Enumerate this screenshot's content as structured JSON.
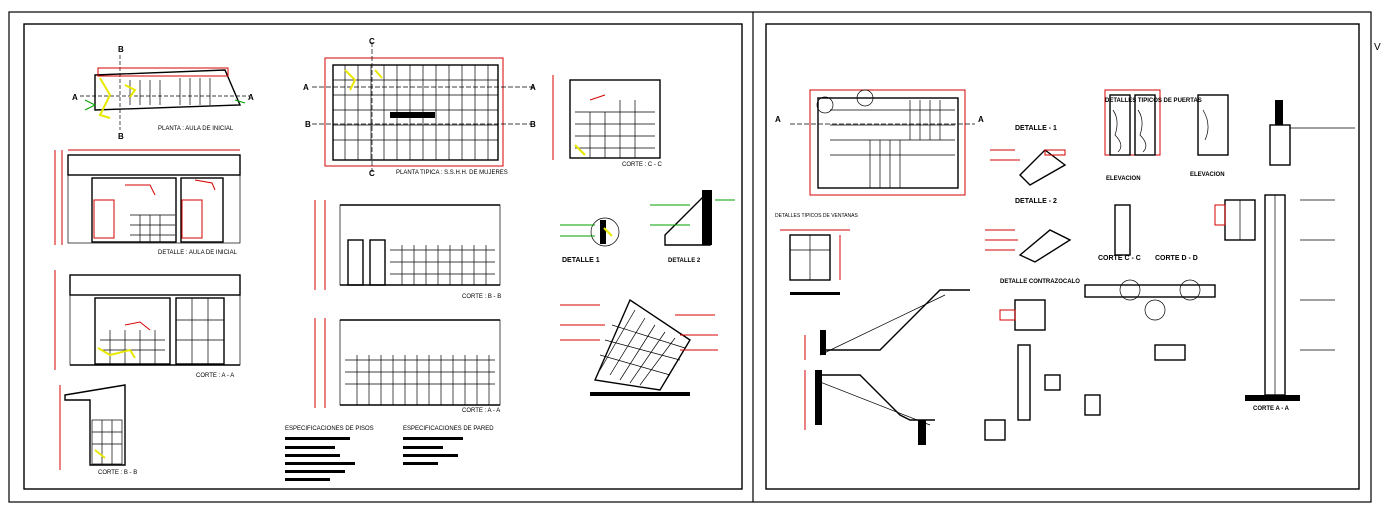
{
  "sheet_left": {
    "plan_title": "PLANTA : AULA DE INICIAL",
    "detail_title": "DETALLE : AULA DE INICIAL",
    "cut_aa_small": "CORTE : A - A",
    "cut_bb_small": "CORTE : B - B",
    "sshh_plan_title": "PLANTA TIPICA : S.S.H.H. DE MUJERES",
    "cut_cc": "CORTE : C - C",
    "cut_bb": "CORTE : B - B",
    "cut_aa": "CORTE : A - A",
    "detail_1": "DETALLE 1",
    "detail_2": "DETALLE 2",
    "floor_specs": "ESPECIFICACIONES DE PISOS",
    "wall_specs": "ESPECIFICACIONES DE PARED",
    "section_markers": [
      "A",
      "B",
      "C"
    ]
  },
  "sheet_right": {
    "door_details_title": "DETALLES TIPICOS DE PUERTAS",
    "detalle_1": "DETALLE - 1",
    "detalle_2": "DETALLE - 2",
    "detalle_contrazocalo": "DETALLE CONTRAZOCALO",
    "elevacion_1": "ELEVACION",
    "elevacion_2": "ELEVACION",
    "window_details": "DETALLES TIPICOS DE VENTANAS",
    "cut_c_d": "CORTE C - C",
    "cut_d_d": "CORTE D - D",
    "cut_aa_right": "CORTE A - A",
    "section_markers": [
      "A",
      "A"
    ]
  },
  "colors": {
    "annotation": "#d40000",
    "hatch": "#00a000",
    "highlight": "#e8e800",
    "line": "#000000"
  },
  "corner_mark": "V"
}
